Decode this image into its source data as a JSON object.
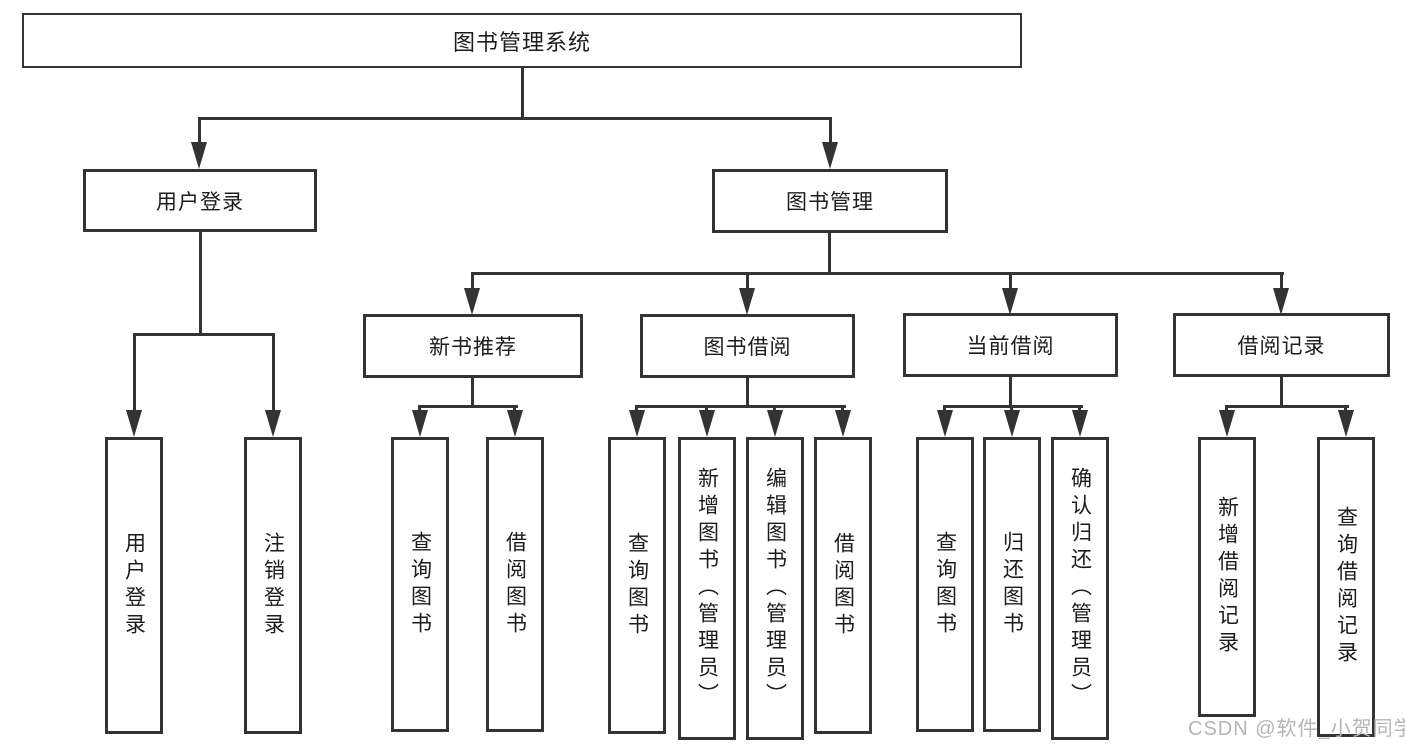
{
  "diagram": {
    "root": {
      "label": "图书管理系统"
    },
    "branches": [
      {
        "label": "用户登录",
        "children": [
          {
            "label": "用户登录"
          },
          {
            "label": "注销登录"
          }
        ]
      },
      {
        "label": "图书管理",
        "children": [
          {
            "label": "新书推荐",
            "children": [
              {
                "label": "查询图书"
              },
              {
                "label": "借阅图书"
              }
            ]
          },
          {
            "label": "图书借阅",
            "children": [
              {
                "label": "查询图书"
              },
              {
                "label": "新增图书（管理员）"
              },
              {
                "label": "编辑图书（管理员）"
              },
              {
                "label": "借阅图书"
              }
            ]
          },
          {
            "label": "当前借阅",
            "children": [
              {
                "label": "查询图书"
              },
              {
                "label": "归还图书"
              },
              {
                "label": "确认归还（管理员）"
              }
            ]
          },
          {
            "label": "借阅记录",
            "children": [
              {
                "label": "新增借阅记录"
              },
              {
                "label": "查询借阅记录"
              }
            ]
          }
        ]
      }
    ]
  },
  "watermark": {
    "text": "CSDN @软件_小贺同学",
    "color": "#b5b5b5"
  },
  "colors": {
    "line": "#333333",
    "background": "#ffffff",
    "text": "#1c1c1c"
  }
}
